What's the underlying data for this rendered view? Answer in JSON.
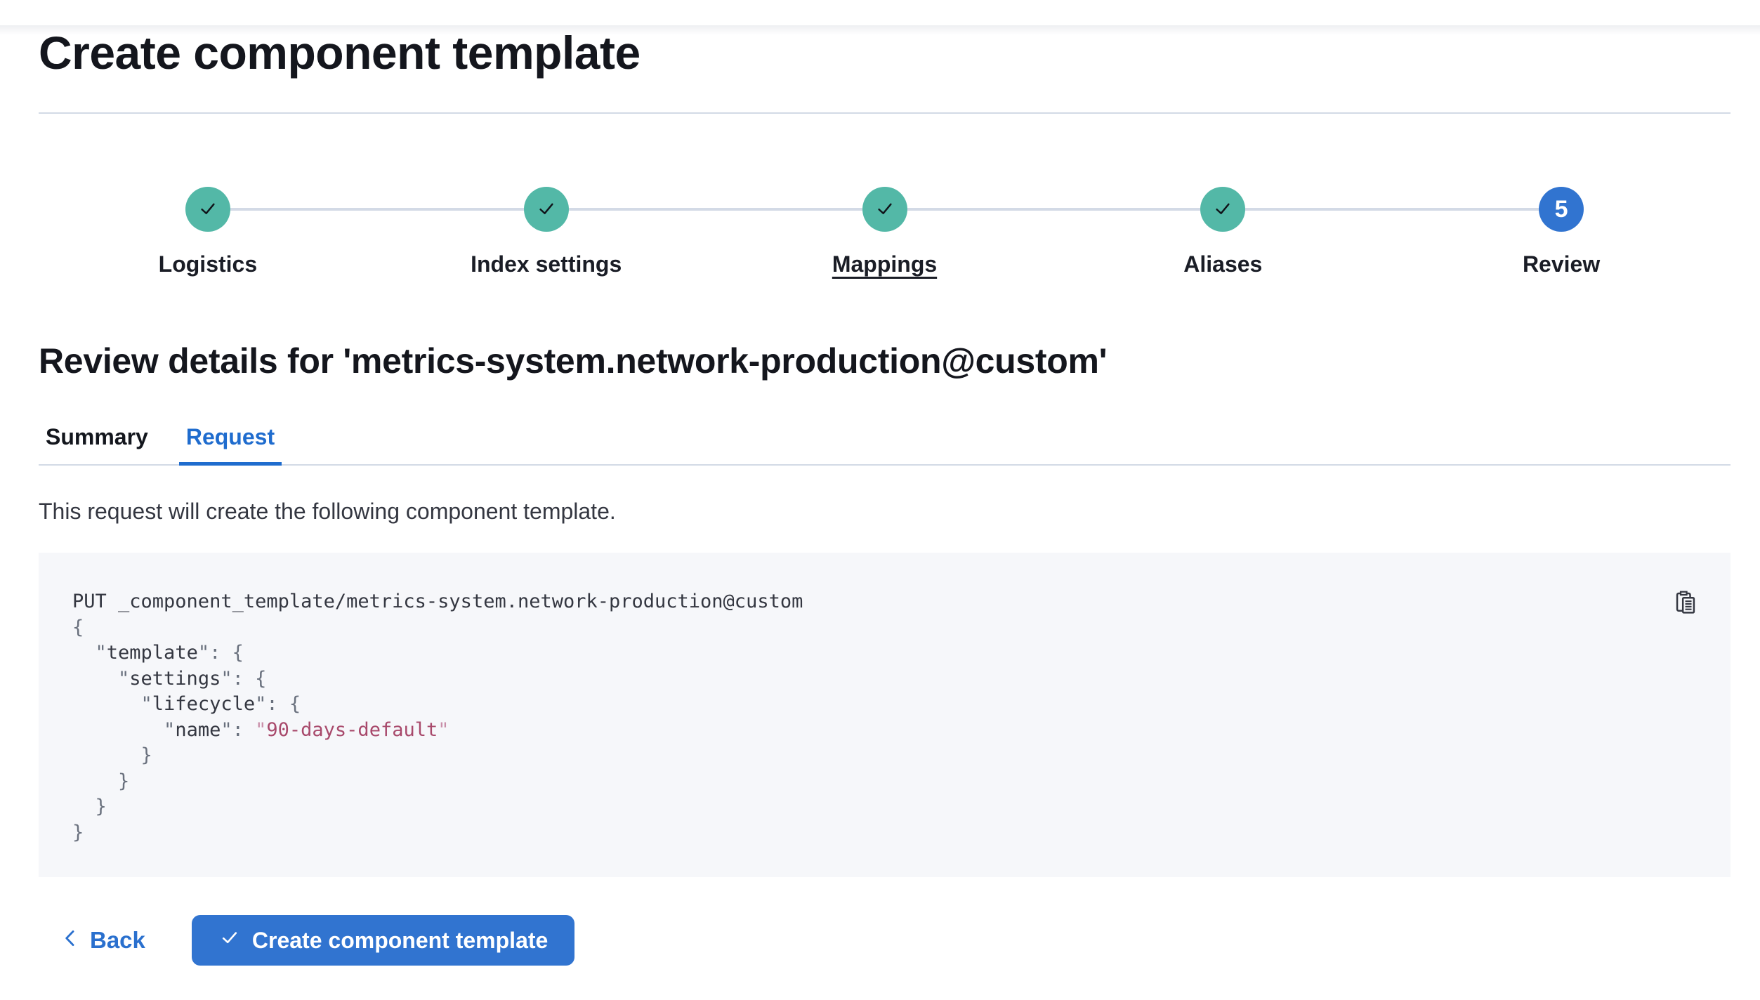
{
  "page": {
    "title": "Create component template"
  },
  "stepper": {
    "steps": [
      {
        "label": "Logistics",
        "status": "complete"
      },
      {
        "label": "Index settings",
        "status": "complete"
      },
      {
        "label": "Mappings",
        "status": "complete"
      },
      {
        "label": "Aliases",
        "status": "complete"
      },
      {
        "label": "Review",
        "status": "current",
        "number": "5"
      }
    ]
  },
  "review": {
    "heading": "Review details for 'metrics-system.network-production@custom'",
    "tabs": [
      {
        "label": "Summary",
        "active": false
      },
      {
        "label": "Request",
        "active": true
      }
    ],
    "description": "This request will create the following component template."
  },
  "request_preview": {
    "copy_icon": "copy-clipboard-icon",
    "lines": [
      {
        "k": "PUT _component_template/metrics-system.network-production@custom"
      },
      {
        "p": "{"
      },
      {
        "p1": "  \"",
        "k": "template",
        "p2": "\": {"
      },
      {
        "p1": "    \"",
        "k": "settings",
        "p2": "\": {"
      },
      {
        "p1": "      \"",
        "k": "lifecycle",
        "p2": "\": {"
      },
      {
        "p1": "        \"",
        "k": "name",
        "p2": "\": ",
        "q1": "\"",
        "v": "90-days-default",
        "q2": "\""
      },
      {
        "p": "      }"
      },
      {
        "p": "    }"
      },
      {
        "p": "  }"
      },
      {
        "p": "}"
      }
    ]
  },
  "footer": {
    "back_label": "Back",
    "submit_label": "Create component template"
  },
  "colors": {
    "primary_blue": "#3174D0",
    "link_blue": "#1F6CCE",
    "step_complete_teal": "#53B8A7",
    "connector_gray": "#D3DAE6",
    "code_background": "#F6F7FA",
    "code_text": "#343741",
    "code_punctuation": "#69707D",
    "code_string": "#A8496B",
    "code_string_quote": "#C98FA9",
    "heading_text": "#14161D"
  }
}
